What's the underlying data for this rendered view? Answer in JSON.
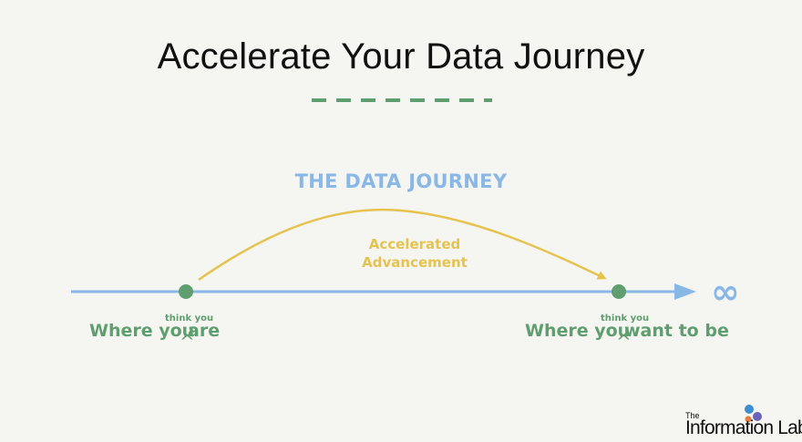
{
  "header": {
    "title": "Accelerate Your Data Journey"
  },
  "diagram": {
    "journey_title": "THE DATA JOURNEY",
    "arc_label_line1": "Accelerated",
    "arc_label_line2": "Advancement",
    "start_label_prefix": "Where you",
    "start_label_suffix": "are",
    "start_caret_note": "think you",
    "end_label_prefix": "Where you",
    "end_label_suffix": "want to be",
    "end_caret_note": "think you",
    "infinity_symbol": "∞",
    "caret_symbol": "^"
  },
  "logo": {
    "the": "The",
    "name": "Information Lab"
  },
  "colors": {
    "background": "#f5f5f1",
    "green": "#5f9e6e",
    "blue": "#8ab8e6",
    "yellow": "#e6c34f",
    "title": "#111111"
  }
}
